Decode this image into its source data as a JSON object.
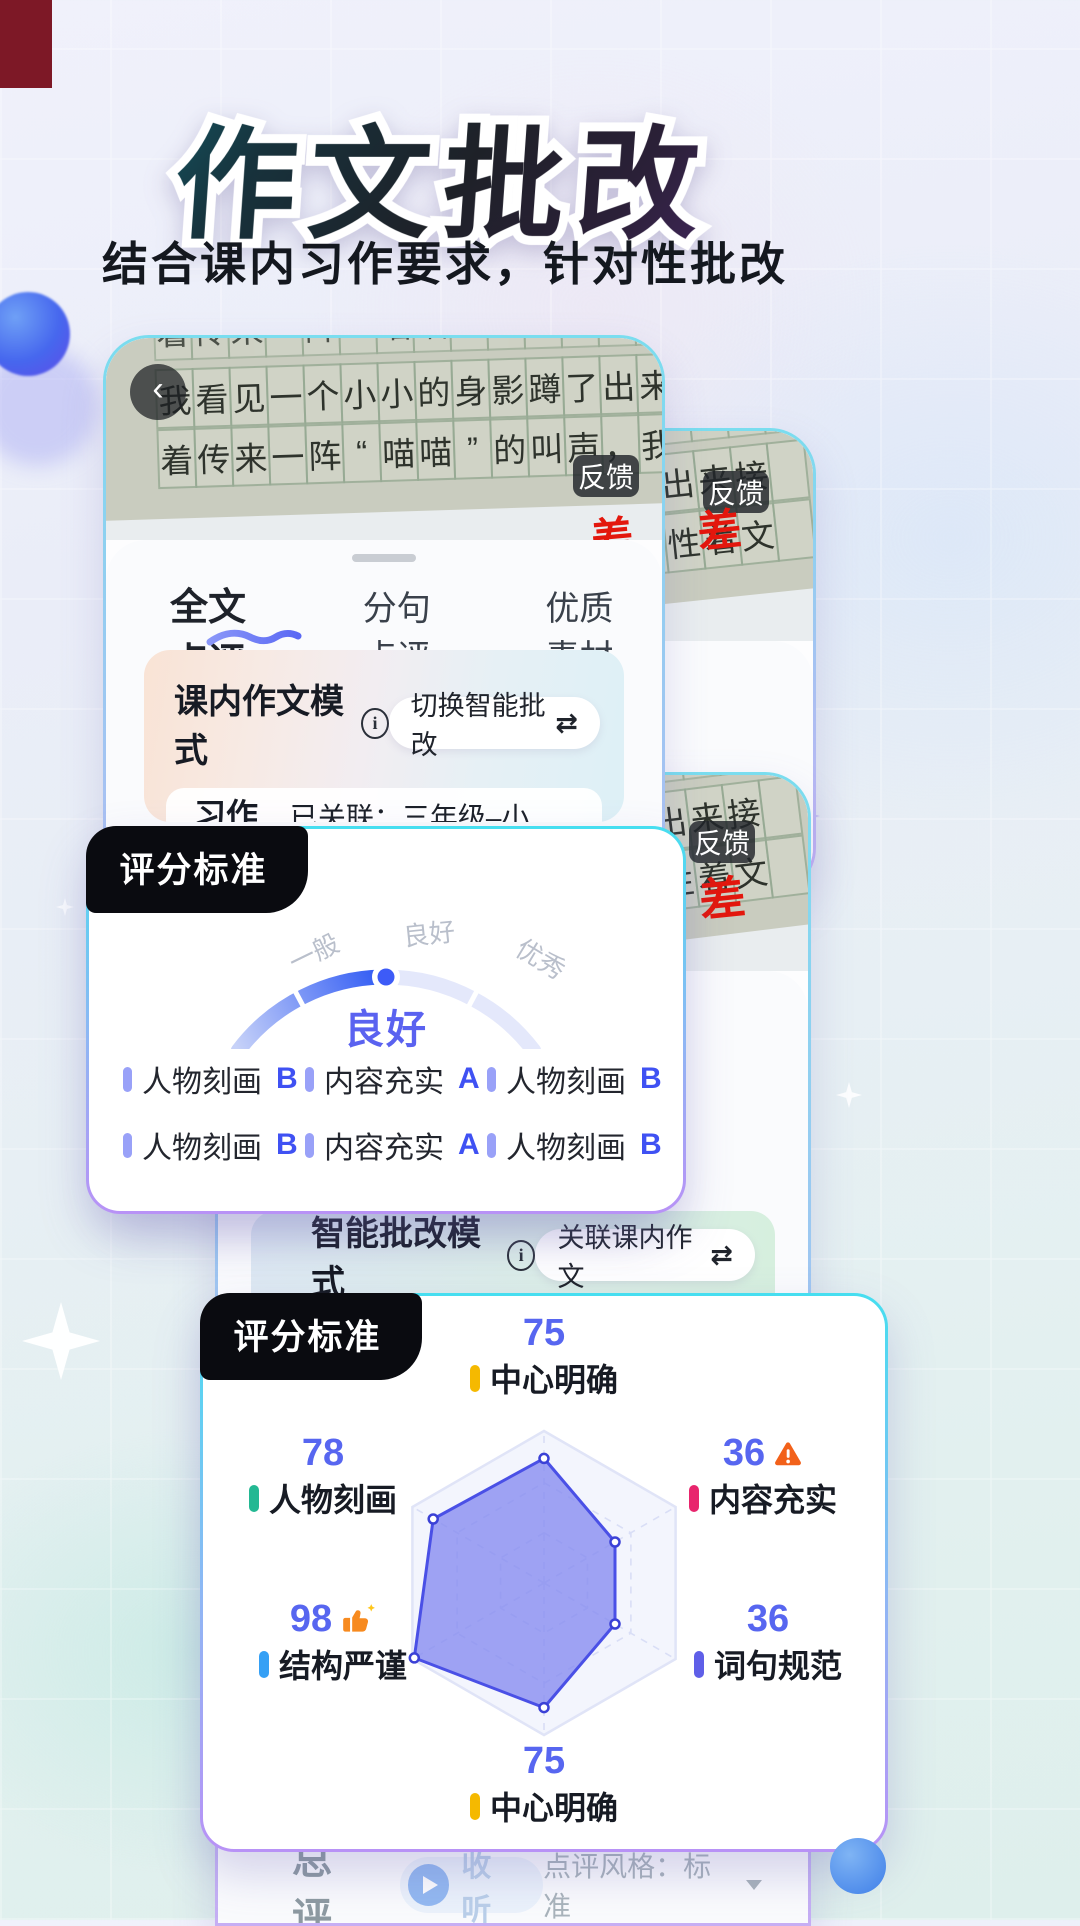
{
  "header": {
    "title": "作文批改",
    "subtitle": "结合课内习作要求，针对性批改",
    "corner_color": "#7D1826"
  },
  "icons": {
    "back": "‹",
    "exchange": "⇄",
    "info": "i"
  },
  "phone_front": {
    "essay_rows": [
      "我看见一个小小的身影蹲了出来",
      "着传来一阵“喵喵”的叫声，我性着文"
    ],
    "feedback_button": "反馈",
    "teacher_mark": "差",
    "tabs": [
      {
        "label": "全文点评",
        "active": true
      },
      {
        "label": "分句点评",
        "active": false
      },
      {
        "label": "优质素材",
        "active": false
      }
    ],
    "mode_card": {
      "title": "课内作文模式",
      "switch_button": "切换智能批改",
      "requirement_label": "习作要求",
      "requirement_value": "已关联：三年级–小小动物园"
    }
  },
  "phone_mid": {
    "essay_rows": [
      "我看见一个小小的身影蹲了出来接",
      "着传来一阵喵喵的叫声，我性着文"
    ],
    "feedback_button": "反馈",
    "teacher_mark": "差"
  },
  "phone_back": {
    "essay_rows": [
      "我看见一个小小的身影蹲了出来接",
      "着传来一阵喵喵的叫声，我性着文"
    ],
    "feedback_button": "反馈",
    "teacher_mark": "差",
    "smart_mode": {
      "title": "智能批改模式",
      "link_button": "关联课内作文"
    },
    "bottom_bar": {
      "summary_label": "总评",
      "listen_label": "收听",
      "style_label": "点评风格：标准"
    }
  },
  "gauge_card": {
    "tag": "评分标准",
    "items": [
      {
        "name": "人物刻画",
        "grade": "B"
      },
      {
        "name": "内容充实",
        "grade": "A"
      },
      {
        "name": "人物刻画",
        "grade": "B"
      },
      {
        "name": "人物刻画",
        "grade": "B"
      },
      {
        "name": "内容充实",
        "grade": "A"
      },
      {
        "name": "人物刻画",
        "grade": "B"
      }
    ]
  },
  "radar_card": {
    "tag": "评分标准"
  },
  "chart_data": [
    {
      "type": "gauge",
      "scale_labels": [
        "一般",
        "良好",
        "优秀"
      ],
      "value_label": "良好",
      "active_color": "#2E59F4",
      "track_color": "#E4E8FB"
    },
    {
      "type": "radar",
      "axes": [
        "中心明确",
        "内容充实",
        "词句规范",
        "中心明确",
        "结构严谨",
        "人物刻画"
      ],
      "values": [
        75,
        36,
        36,
        75,
        98,
        78
      ],
      "max": 100,
      "axis_colors": [
        "#F5B900",
        "#E8256D",
        "#5F5FE8",
        "#F5B900",
        "#35A0F5",
        "#23B893"
      ],
      "badges": [
        null,
        "warning",
        null,
        null,
        "thumbs-up",
        null
      ],
      "fill_color": "#858AF0",
      "stroke_color": "#4A50E6",
      "grid_on": true,
      "legend": "none"
    }
  ],
  "colors": {
    "accent_blue": "#3F51F3",
    "tag_bg": "#0A0B10",
    "border_top": "#46DEF0",
    "border_bottom": "#B892F6"
  }
}
